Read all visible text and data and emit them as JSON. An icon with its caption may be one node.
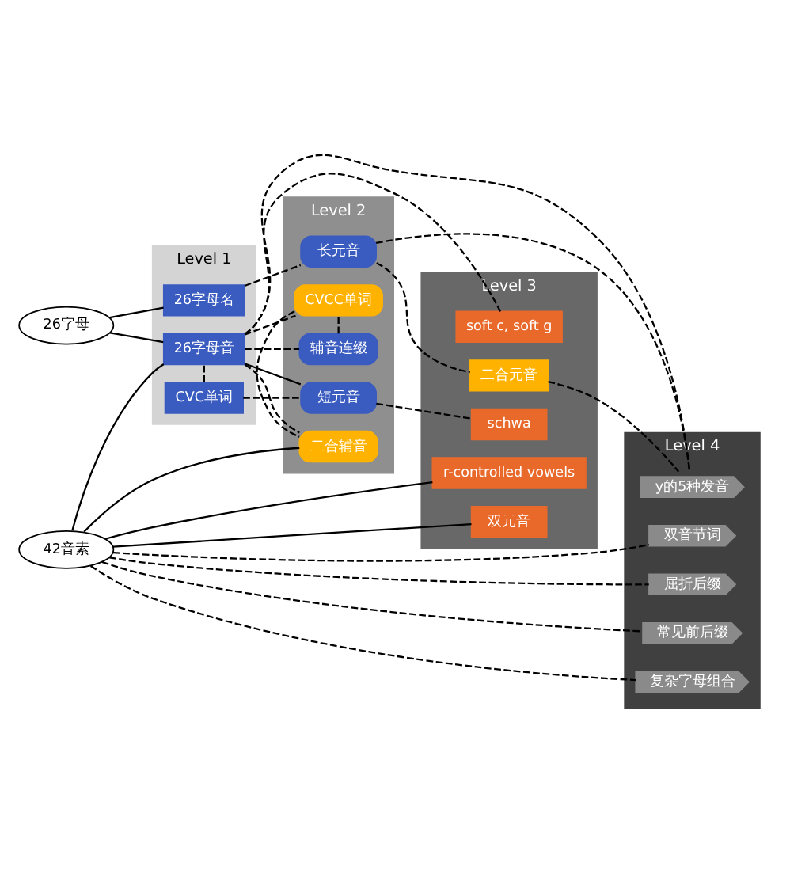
{
  "diagram": {
    "nodes": [
      {
        "text": [
          "Level 1"
        ]
      },
      {
        "text": [
          "Level 2"
        ]
      },
      {
        "text": [
          "Level 3"
        ]
      },
      {
        "text": [
          "Level 4"
        ]
      },
      {
        "text": [
          "26字母"
        ]
      },
      {
        "text": [
          "42音素"
        ]
      },
      {
        "text": [
          "26字母名"
        ],
        "in": 0
      },
      {
        "text": [
          "CVC单词"
        ],
        "in": 0
      },
      {
        "text": [
          "26字母音"
        ],
        "in": 0
      },
      {
        "text": [
          "长元音"
        ],
        "in": 1
      },
      {
        "text": [
          "短元音"
        ],
        "in": 1
      },
      {
        "text": [
          "辅音连缀"
        ],
        "in": 1
      },
      {
        "text": [
          "CVCC单词"
        ],
        "in": 1
      },
      {
        "text": [
          "二合辅音"
        ],
        "in": 1
      },
      {
        "text": [
          "二合元音"
        ],
        "in": 2
      },
      {
        "text": [
          "schwa"
        ],
        "in": 2
      },
      {
        "text": [
          "soft c, soft g"
        ],
        "in": 2
      },
      {
        "text": [
          "双元音"
        ],
        "in": 2
      },
      {
        "text": [
          "r-controlled vowels"
        ],
        "in": 2
      },
      {
        "text": [
          "y的5种发音"
        ],
        "in": 3
      },
      {
        "text": [
          "复杂字母组合"
        ],
        "in": 3
      },
      {
        "text": [
          "双音节词"
        ],
        "in": 3
      },
      {
        "text": [
          "屈折后缀"
        ],
        "in": 3
      },
      {
        "text": [
          "常见前后缀"
        ],
        "in": 3
      }
    ],
    "edges": [
      {
        "from": 4,
        "to": 6,
        "arrow": "none"
      },
      {
        "from": 4,
        "to": 8,
        "arrow": "none"
      },
      {
        "from": 5,
        "to": 8,
        "arrow": "none"
      },
      {
        "from": 6,
        "to": 9,
        "arrow": "none",
        "style": "dashed"
      },
      {
        "from": 7,
        "to": 10,
        "arrow": "none",
        "style": "dashed"
      },
      {
        "from": 7,
        "to": 8,
        "arrow": "none",
        "style": "dashed"
      },
      {
        "from": 8,
        "to": 10,
        "arrow": "none"
      },
      {
        "from": 8,
        "to": 19,
        "arrow": "none",
        "style": "dashed"
      },
      {
        "from": 8,
        "to": 16,
        "arrow": "none",
        "style": "dashed"
      },
      {
        "from": 8,
        "to": 11,
        "arrow": "none",
        "style": "dashed"
      },
      {
        "from": 8,
        "to": 12,
        "arrow": "none",
        "style": "dashed"
      },
      {
        "from": 8,
        "to": 13,
        "arrow": "none",
        "style": "dashed"
      },
      {
        "from": 11,
        "to": 12,
        "arrow": "none",
        "style": "dashed"
      },
      {
        "from": 12,
        "to": 13,
        "arrow": "none",
        "style": "dashed"
      },
      {
        "from": 9,
        "to": 14,
        "arrow": "none",
        "style": "dashed"
      },
      {
        "from": 9,
        "to": 19,
        "arrow": "none",
        "style": "dashed"
      },
      {
        "from": 14,
        "to": 19,
        "arrow": "none",
        "style": "dashed"
      },
      {
        "from": 10,
        "to": 15,
        "arrow": "none",
        "style": "dashed"
      },
      {
        "from": 5,
        "to": 13,
        "arrow": "none"
      },
      {
        "from": 5,
        "to": 17,
        "arrow": "none"
      },
      {
        "from": 5,
        "to": 18,
        "arrow": "none"
      },
      {
        "from": 5,
        "to": 20,
        "arrow": "none",
        "style": "dashed"
      },
      {
        "from": 5,
        "to": 21,
        "arrow": "none",
        "style": "dashed"
      },
      {
        "from": 5,
        "to": 22,
        "arrow": "none",
        "style": "dashed"
      },
      {
        "from": 5,
        "to": 23,
        "arrow": "none",
        "style": "dashed"
      }
    ]
  }
}
